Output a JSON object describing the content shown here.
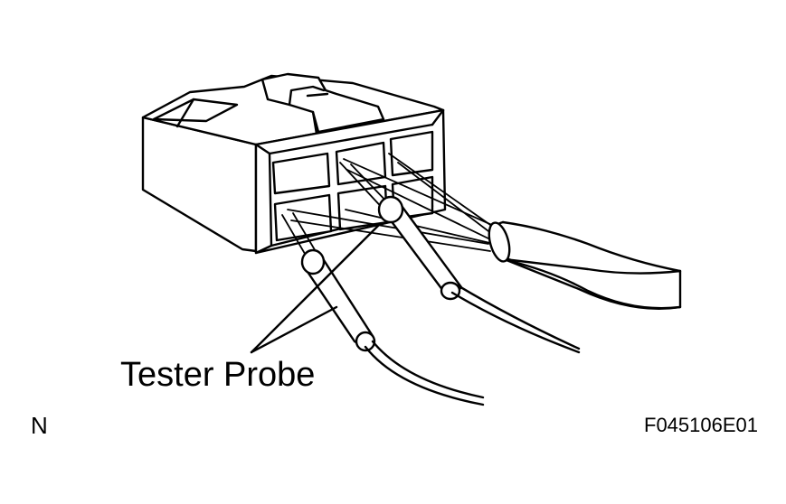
{
  "figure": {
    "callout_label": "Tester Probe",
    "corner_label": "N",
    "figure_code": "F045106E01"
  }
}
